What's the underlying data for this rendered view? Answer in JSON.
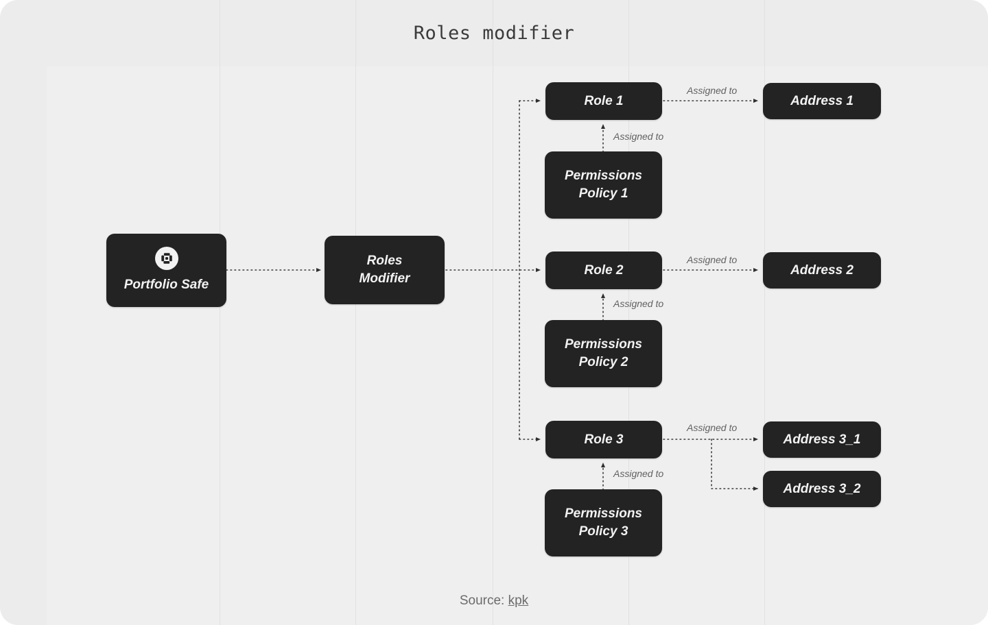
{
  "title": "Roles modifier",
  "footer": {
    "prefix": "Source: ",
    "link_label": "kpk"
  },
  "colors": {
    "page_background": "#ffffff",
    "card_background": "#ececec",
    "panel_background": "#efefef",
    "gridline": "#e1e1e1",
    "node_fill": "#232323",
    "node_text": "#f2f2f2",
    "edge": "#3a3a3a",
    "edge_label_text": "#616161",
    "title_text": "#3a3a3a",
    "footer_text": "#6b6b6b"
  },
  "nodes": {
    "portfolio_safe": {
      "label": "Portfolio Safe",
      "icon": "safe-logo-icon"
    },
    "roles_modifier": {
      "line1": "Roles",
      "line2": "Modifier"
    },
    "role_1": {
      "label": "Role 1"
    },
    "role_2": {
      "label": "Role 2"
    },
    "role_3": {
      "label": "Role 3"
    },
    "policy_1": {
      "line1": "Permissions",
      "line2": "Policy 1"
    },
    "policy_2": {
      "line1": "Permissions",
      "line2": "Policy 2"
    },
    "policy_3": {
      "line1": "Permissions",
      "line2": "Policy 3"
    },
    "address_1": {
      "label": "Address 1"
    },
    "address_2": {
      "label": "Address 2"
    },
    "address_3_1": {
      "label": "Address 3_1"
    },
    "address_3_2": {
      "label": "Address 3_2"
    }
  },
  "edge_labels": {
    "role1_to_address1": "Assigned to",
    "policy1_to_role1": "Assigned to",
    "role2_to_address2": "Assigned to",
    "policy2_to_role2": "Assigned to",
    "role3_to_address3": "Assigned to",
    "policy3_to_role3": "Assigned to"
  },
  "gridline_positions": [
    320,
    518,
    718,
    916,
    1114
  ]
}
